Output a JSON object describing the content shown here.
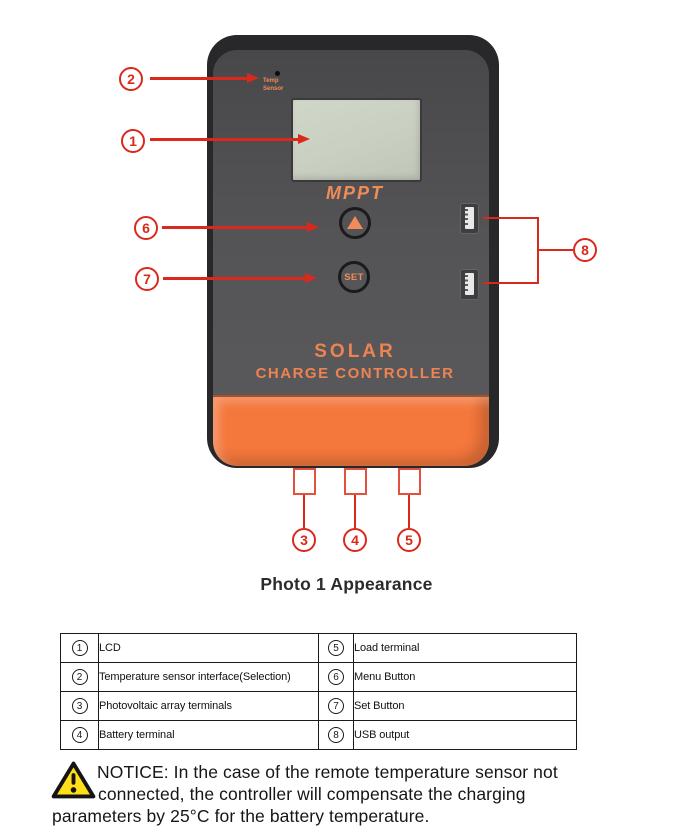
{
  "page": {
    "caption": "Photo 1 Appearance"
  },
  "device": {
    "temp_sensor_label": "Temp\nSensor",
    "mppt_label": "MPPT",
    "set_button_label": "SET",
    "brand_line1": "SOLAR",
    "brand_line2": "CHARGE CONTROLLER"
  },
  "callouts": {
    "c1": "1",
    "c2": "2",
    "c3": "3",
    "c4": "4",
    "c5": "5",
    "c6": "6",
    "c7": "7",
    "c8": "8"
  },
  "legend_table": {
    "rows": [
      {
        "n_left": "1",
        "label_left": "LCD",
        "n_right": "5",
        "label_right": "Load terminal"
      },
      {
        "n_left": "2",
        "label_left": "Temperature sensor interface(Selection)",
        "n_right": "6",
        "label_right": "Menu Button"
      },
      {
        "n_left": "3",
        "label_left": "Photovoltaic array terminals",
        "n_right": "7",
        "label_right": "Set Button"
      },
      {
        "n_left": "4",
        "label_left": "Battery terminal",
        "n_right": "8",
        "label_right": "USB output"
      }
    ]
  },
  "notice": {
    "line1": "NOTICE: In the case of the remote temperature sensor not",
    "line2": "connected, the controller will compensate the charging",
    "line3": "parameters by 25°C for the battery temperature."
  },
  "icons": {
    "warning": "triangle-exclamation",
    "usb": "usb-port",
    "up_arrow": "triangle-up"
  },
  "colors": {
    "callout_red": "#da291c",
    "terminal_box_red": "#e4503e",
    "device_orange": "#f4773c",
    "device_face_gray": "#545456",
    "device_frame": "#28282a",
    "lcd_green": "#c9cfc1",
    "accent_text_orange": "#f18c5a",
    "warning_yellow": "#ffdf1a"
  }
}
